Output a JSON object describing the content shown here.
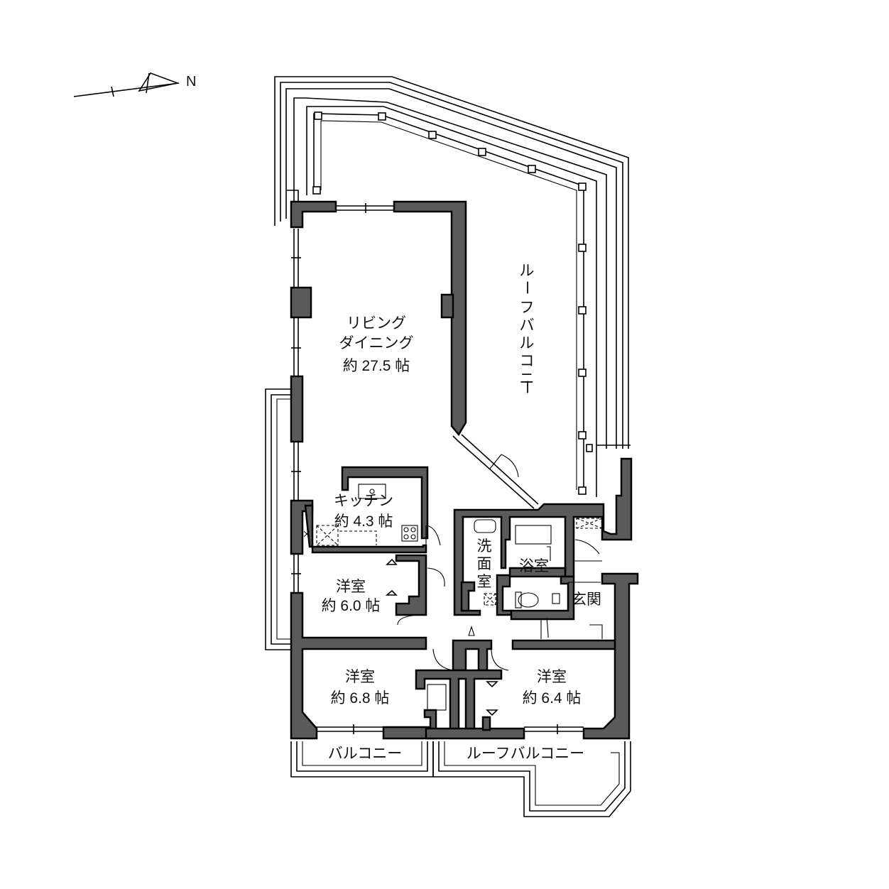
{
  "compass": {
    "north_label": "N"
  },
  "rooms": {
    "living": {
      "line1": "リビング",
      "line2": "ダイニング",
      "line3": "約 27.5 帖"
    },
    "kitchen": {
      "line1": "キッチン",
      "line2": "約 4.3 帖"
    },
    "western1": {
      "line1": "洋室",
      "line2": "約 6.0 帖"
    },
    "western2": {
      "line1": "洋室",
      "line2": "約 6.8 帖"
    },
    "western3": {
      "line1": "洋室",
      "line2": "約 6.4 帖"
    },
    "washroom": {
      "c1": "洗",
      "c2": "面",
      "c3": "室"
    },
    "bathroom": {
      "label": "浴室"
    },
    "entrance": {
      "label": "玄関"
    }
  },
  "balconies": {
    "roof_east": {
      "chars": [
        "ル",
        "ー",
        "フ",
        "バ",
        "ル",
        "コ",
        "ニ",
        "ー"
      ]
    },
    "balcony_south": {
      "label": "バルコニー"
    },
    "roof_south": {
      "label": "ルーフバルコニー"
    }
  }
}
